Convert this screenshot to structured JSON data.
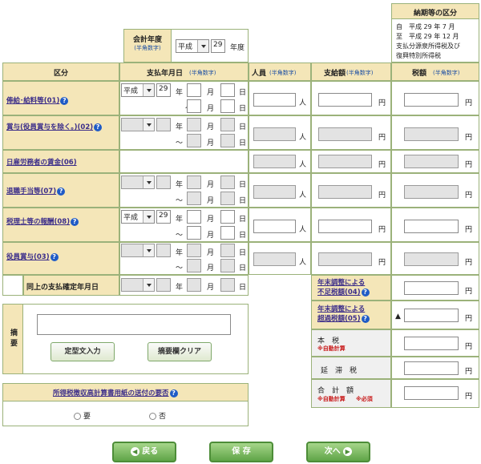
{
  "fiscal": {
    "title": "会計年度",
    "sub": "(半角数字)",
    "era": "平成",
    "year": "29",
    "suffix": "年度"
  },
  "period": {
    "title": "納期等の区分",
    "line1": "自　平成 29 年 7 月",
    "line2": "至　平成 29 年 12 月",
    "line3": "支払分源泉所得税及び",
    "line4": "復興特別所得税"
  },
  "columns": {
    "kubun": "区分",
    "date": "支払年月日",
    "date_sub": "(半角数字)",
    "people": "人員",
    "people_sub": "(半角数字)",
    "pay": "支給額",
    "pay_sub": "(半角数字)",
    "tax": "税額",
    "tax_sub": "(半角数字)"
  },
  "units": {
    "year": "年",
    "month": "月",
    "day": "日",
    "tilde": "～",
    "person": "人",
    "yen": "円"
  },
  "rows": [
    {
      "label": "俸給･給料等(01)",
      "era": "平成",
      "year": "29"
    },
    {
      "label": "賞与(役員賞与を除く。)(02)",
      "era": "",
      "year": ""
    },
    {
      "label": "日雇労務者の賃金(06)",
      "era": "",
      "year": ""
    },
    {
      "label": "退職手当等(07)",
      "era": "",
      "year": ""
    },
    {
      "label": "税理士等の報酬(08)",
      "era": "平成",
      "year": "29"
    },
    {
      "label": "役員賞与(03)",
      "era": "",
      "year": ""
    }
  ],
  "same_date": {
    "label": "同上の支払確定年月日"
  },
  "adjust": {
    "lack1": "年末調整による",
    "lack2": "不足税額(04)",
    "over1": "年末調整による",
    "over2": "超過税額(05)",
    "marker": "▲"
  },
  "tax_rows": {
    "honzei": "本　税",
    "auto": "※自動計算",
    "entai": "延　滞　税",
    "total": "合　計　額",
    "auto2": "※自動計算",
    "required": "※必須"
  },
  "summary": {
    "label": "摘要",
    "template_btn": "定型文入力",
    "clear_btn": "摘要欄クリア"
  },
  "mail": {
    "question": "所得税徴収高計算書用紙の送付の要否",
    "yes": "要",
    "no": "否"
  },
  "nav": {
    "back": "戻る",
    "save": "保 存",
    "next": "次へ"
  }
}
